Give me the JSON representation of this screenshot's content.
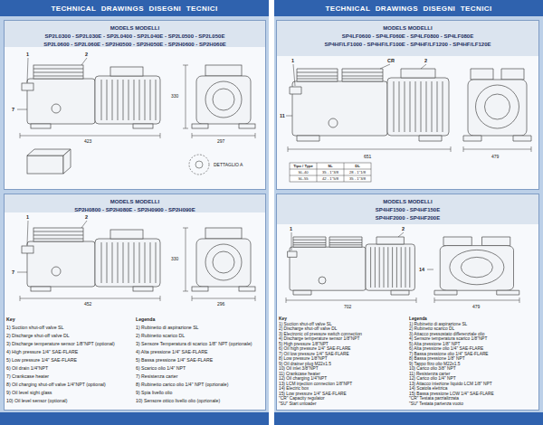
{
  "diagram": {
    "nodes": [
      {
        "text": [
          "TECHNICAL DRAWINGS DISEGNI TECNICI"
        ]
      },
      {
        "text": [
          "TECHNICAL DRAWINGS DISEGNI TECNICI"
        ]
      },
      {
        "text": [
          "MODELS MODELLI",
          "SP2L0300 - SP2L030E - SP2L0400 - SP2L040E - SP2L0500 - SP2L050E",
          "SP2L0600 - SP2L060E - SP2H0500 - SP2H050E - SP2H0600 - SP2H060E"
        ]
      },
      {
        "text": [
          "MODELS MODELLI",
          "SP2H0800 - SP2H080E - SP2H0900 - SP2H090E"
        ]
      },
      {
        "text": [
          "MODELS MODELLI",
          "SP4LF0600 - SP4LF060E - SP4LF0800 - SP4LF080E",
          "SP4HF/LF1000 - SP4HF/LF100E - SP4HF/LF1200 - SP4HF/LF120E"
        ]
      },
      {
        "text": [
          "MODELS MODELLI",
          "SP4HF1500 - SP4HF150E",
          "SP4HF2000 - SP4HF200E"
        ]
      }
    ],
    "labels": [
      "Key",
      "1) Suction shut-off valve SL",
      "2) Discharge shut-off valve DL",
      "3) Discharge temperature sensor 1/8\"NPT (optional)",
      "4) High pressure 1/4\" SAE-FLARE",
      "5) Low pressure 1/4\" SAE-FLARE",
      "6) Oil drain 1/4\"NPT",
      "7) Crankcase heater",
      "8) Oil charging shut-off valve 1/4\"NPT (optional)",
      "9) Oil level sight glass",
      "10) Oil level sensor (optional)",
      "Legenda",
      "1) Rubinetto di aspirazione SL",
      "2) Rubinetto scarico DL",
      "3) Sensore Temperatura di scarico 1/8\" NPT (opzionale)",
      "4) Alta pressione 1/4\" SAE-FLARE",
      "5) Bassa pressione 1/4\" SAE-FLARE",
      "6) Scarico olio 1/4\" NPT",
      "7) Resistenza carter",
      "8) Rubinetto carico olio 1/4\" NPT (opzionale)",
      "9) Spia livello olio",
      "10) Sensore ottico livello olio (opzionale)",
      "Key",
      "1) Suction shut-off valve SL",
      "2) Discharge shut-off valve DL",
      "3) Electronic oil pressure switch connection",
      "4) Discharge temperature sensor 1/8\"NPT",
      "5) High pressure 1/8\"NPT",
      "6) Oil high pressure 1/4\" SAE-FLARE",
      "7) Oil low pressure 1/4\" SAE-FLARE",
      "8) Low pressure 1/8\"NPT",
      "9) Oil drainer plug M22x1.5",
      "10) Oil inlet 3/8\"NPT",
      "11) Crankcase heater",
      "12) Oil charging 1/4\"NPT",
      "13) LCM injection connection 1/8\"NPT",
      "14) Electric box",
      "15) Low pressure 1/4\" SAE-FLARE",
      "\"CR\" Capacity regulator",
      "\"SU\" Start unloader",
      "Legenda",
      "1) Rubinetto di aspirazione SL",
      "2) Rubinetto scarico DL",
      "3) Attacco pressostato differenziale olio",
      "4) Sensore temperatura scarico 1/8\"NPT",
      "5) Alta pressione 1/8\" NPT",
      "6) Alta pressione olio 1/4\" SAE-FLARE",
      "7) Bassa pressione olio 1/4\" SAE-FLARE",
      "8) Bassa pressione 1/8\" NPT",
      "9) Tappo fitro olio M22x1.5",
      "10) Carico olio 3/8\" NPT",
      "11) Resistenza carter",
      "12) Carico olio 1/4\" NPT",
      "13) Attacco iniezione liquido LCM 1/8\" NPT",
      "14) Scatola elettrica",
      "15) Bassa pressione LOW 1/4\" SAE-FLARE",
      "\"CR\" Testata parzializzata",
      "\"SU\" Testata partenza vuoto",
      "423",
      "297",
      "330",
      "DETTAGLIO A",
      "1",
      "2",
      "7",
      "452",
      "296",
      "330",
      "1",
      "2",
      "7",
      "651",
      "479",
      "1",
      "CR",
      "2",
      "11",
      "Tipo / Type",
      "SL",
      "DL",
      "SL-40",
      "35 - 1\"3/8",
      "28 - 1\"1/8",
      "SL-55",
      "42 - 1\"5/8",
      "35 - 1\"3/8",
      "702",
      "479",
      "1",
      "2",
      "14"
    ]
  }
}
